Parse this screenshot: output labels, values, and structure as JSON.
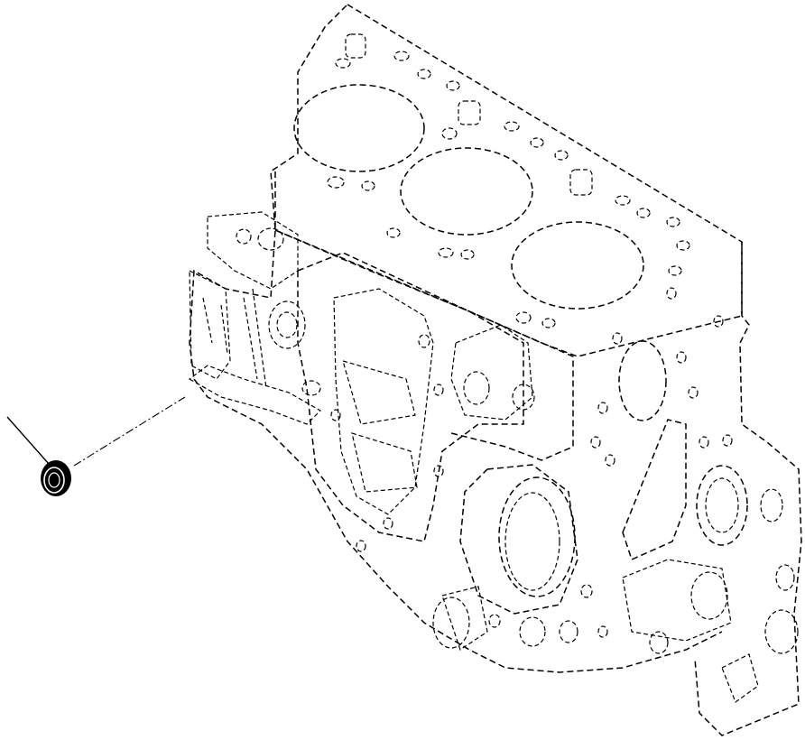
{
  "figure": {
    "type": "exploded parts illustration",
    "background_color": "#ffffff",
    "line_color": "#000000",
    "parts": [
      {
        "name": "cylinder-block",
        "style": "dashed-phantom-outline"
      },
      {
        "name": "plug-cap",
        "style": "solid",
        "fill_color": "#000000"
      }
    ]
  }
}
